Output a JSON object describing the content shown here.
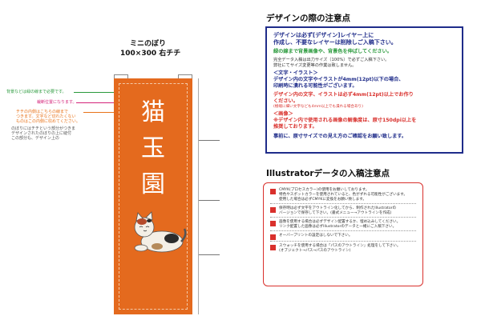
{
  "header": {
    "title": "デザインの際の注意点"
  },
  "product": {
    "name": "ミニのぼり",
    "size": "100×300 右チチ"
  },
  "guides": {
    "bg_note": "背景などは緑の線まで必要です。",
    "cut_note": "裁断位置になります。",
    "pole_note_lines": [
      "チチの内側はこちらの線まで",
      "つきます。文字など切れたくない",
      "ものはこの内側に収めてください。"
    ],
    "bottom_note_lines": [
      "のぼりにはチチという部分がつきま",
      "デザインされたのぼりの上に縫付",
      "この部分も、デザイン上の"
    ]
  },
  "banner": {
    "kanji": [
      "猫",
      "玉",
      "園"
    ],
    "color": "#e46a1e",
    "illustration": "cat-illustration"
  },
  "notice": {
    "line1": "デザインは必ず[デザイン]レイヤー上に",
    "line2": "作成し、不要なレイヤーは削除しご入稿下さい。",
    "green_line": "緑の線まで背景画像や、背景色を伸ばしてください。",
    "size_line1": "完全データ入稿は出力サイズ（100%）で必ずご入稿下さい。",
    "size_line2": "弊社にてサイズ変更等の作業は致しません。",
    "text_heading": "＜文字・イラスト＞",
    "text_line1": "デザイン内の文字やイラストが4mm(12pt)以下の場合、",
    "text_line2": "印刷時に潰れる可能性がございます。",
    "text_red1": "デザイン内の文字、イラストは必ず4mm(12pt)以上でお作り",
    "text_red2": "ください。",
    "text_small": "(極端に細い文字なども4mm以上でも潰れる場合あり)",
    "image_heading": "＜画像＞",
    "image_line1": "※デザイン内で使用される画像の解像度は、原寸150dpi以上を",
    "image_line2": "推奨しております。",
    "final_line": "事前に、原寸サイズでの見え方のご確認をお願い致します。"
  },
  "illustrator": {
    "title": "Illustratorデータの入稿注意点",
    "items": [
      {
        "lines": [
          "CMYK(プロセスカラー)の使用をお願いしております。",
          "特色やスポットカラーを使用されていると、色がずれる可能性がございます。",
          "使用した場合は必ずCMYKに変換をお願い致します。"
        ]
      },
      {
        "lines": [
          "保存時は必ず文字をアウトライン化してから、制作されたIllustratorの",
          "バージョンで保存して下さい。(書式メニュー→アウトラインを作成)"
        ]
      },
      {
        "lines": [
          "画像を使用する場合は必ずデザイン配置するか、埋め込みしてください。",
          "リンク配置した画像は必ずIllustratorのデータと一緒にご入稿下さい。"
        ]
      },
      {
        "lines": [
          "オーバープリントの設定はしないで下さい。"
        ]
      },
      {
        "lines": [
          "スウォッチを使用する場合は「パスのアウトライン」処理をして下さい。",
          "(オブジェクト→パス→パスのアウトライン)"
        ]
      }
    ]
  },
  "colors": {
    "accent_blue": "#1f2c8a",
    "accent_red": "#d9302c",
    "note_green": "#2a9a3c",
    "note_pink": "#d4237a",
    "note_orange": "#e8731a",
    "dark_red": "#a01418"
  }
}
